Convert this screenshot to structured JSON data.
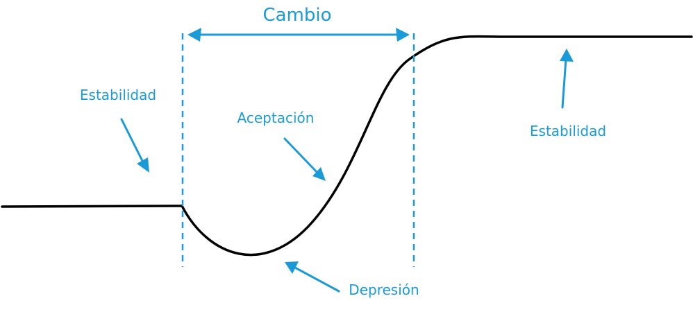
{
  "diagram": {
    "labels": {
      "change": "Cambio",
      "stability_left": "Estabilidad",
      "acceptance": "Aceptación",
      "stability_right": "Estabilidad",
      "depression": "Depresión"
    },
    "colors": {
      "annotation": "#1a9ad6",
      "curve": "#000000",
      "background": "#ffffff"
    }
  }
}
